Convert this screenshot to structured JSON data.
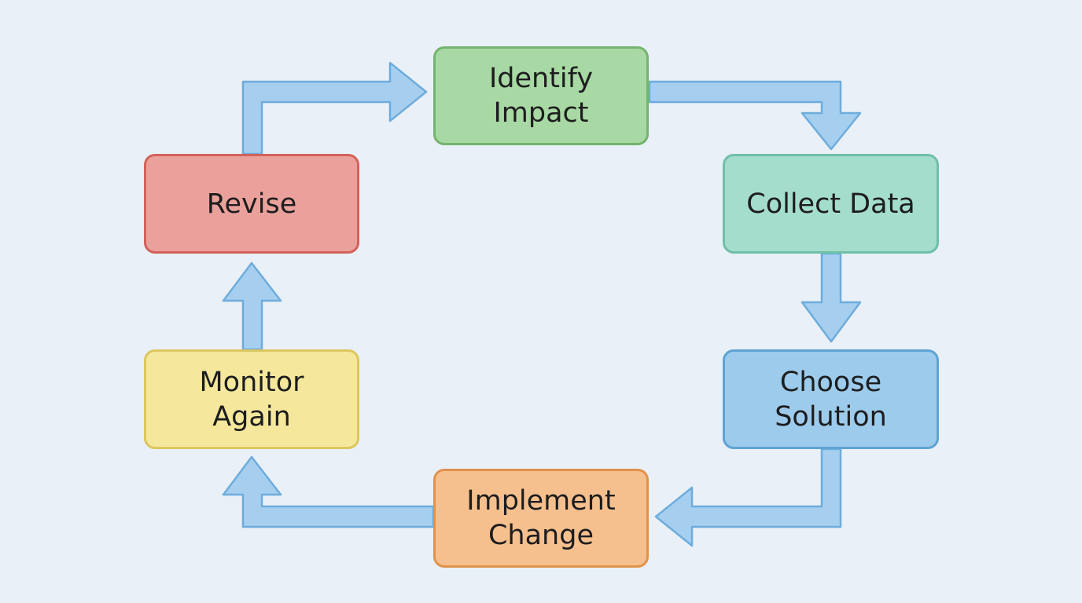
{
  "diagram": {
    "steps": [
      {
        "id": "identify",
        "label": "Identify\nImpact",
        "fill": "#a8d8a3",
        "border": "#74b46e"
      },
      {
        "id": "collect",
        "label": "Collect Data",
        "fill": "#a4ddcc",
        "border": "#6fbfa9"
      },
      {
        "id": "choose",
        "label": "Choose\nSolution",
        "fill": "#9dcbec",
        "border": "#5ea4d4"
      },
      {
        "id": "implement",
        "label": "Implement\nChange",
        "fill": "#f6c08e",
        "border": "#e0924c"
      },
      {
        "id": "monitor",
        "label": "Monitor\nAgain",
        "fill": "#f5e89c",
        "border": "#dcc65f"
      },
      {
        "id": "revise",
        "label": "Revise",
        "fill": "#eba19b",
        "border": "#d2625a"
      }
    ],
    "arrow_colors": {
      "fill": "#a6cfef",
      "stroke": "#6eacdc"
    }
  }
}
